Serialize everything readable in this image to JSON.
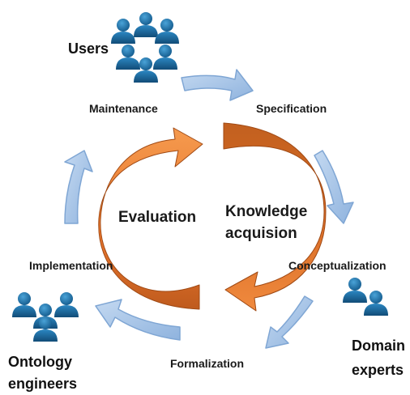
{
  "stages": {
    "maintenance": "Maintenance",
    "specification": "Specification",
    "conceptualization": "Conceptualization",
    "formalization": "Formalization",
    "implementation": "Implementation"
  },
  "center": {
    "evaluation": "Evaluation",
    "knowledge_line1": "Knowledge",
    "knowledge_line2": "acquision"
  },
  "groups": {
    "users": "Users",
    "domain_experts_line1": "Domain",
    "domain_experts_line2": "experts",
    "ontology_engineers_line1": "Ontology",
    "ontology_engineers_line2": "engineers"
  },
  "colors": {
    "outer_arrow_fill": "#a9c6e8",
    "outer_arrow_stroke": "#7fa6d4",
    "inner_arrow_light": "#f0843a",
    "inner_arrow_dark": "#b95a1f",
    "people_icon": "#1f6fa5"
  },
  "icons": {
    "users": "people-group-icon",
    "domain_experts": "people-pair-icon",
    "ontology_engineers": "people-group-icon"
  }
}
